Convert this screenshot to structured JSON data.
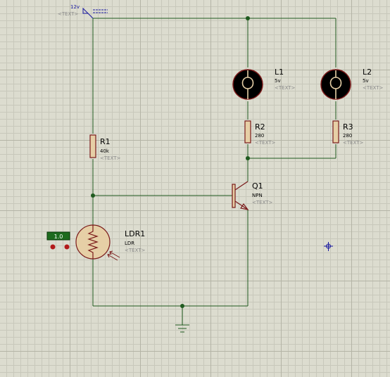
{
  "power": {
    "voltage": "12v",
    "placeholder": "<TEXT>"
  },
  "components": {
    "L1": {
      "name": "L1",
      "value": "5v",
      "placeholder": "<TEXT>"
    },
    "L2": {
      "name": "L2",
      "value": "5v",
      "placeholder": "<TEXT>"
    },
    "R1": {
      "name": "R1",
      "value": "40k",
      "placeholder": "<TEXT>"
    },
    "R2": {
      "name": "R2",
      "value": "280",
      "placeholder": "<TEXT>"
    },
    "R3": {
      "name": "R3",
      "value": "280",
      "placeholder": "<TEXT>"
    },
    "Q1": {
      "name": "Q1",
      "value": "NPN",
      "placeholder": "<TEXT>"
    },
    "LDR1": {
      "name": "LDR1",
      "value": "LDR",
      "placeholder": "<TEXT>"
    }
  },
  "ldr_control": {
    "value": "1.0"
  },
  "colors": {
    "wire": "#1f5a1f",
    "component_outline": "#7a1a1a",
    "component_fill": "#e6cfa6",
    "lamp_fill": "#000000",
    "junction": "#1f5a1f",
    "control_green": "#1e6b1e",
    "control_red": "#b21b1b",
    "cursor": "#1a1aa0",
    "grid_major": "#b4b4a6",
    "background": "#dcdccf"
  }
}
